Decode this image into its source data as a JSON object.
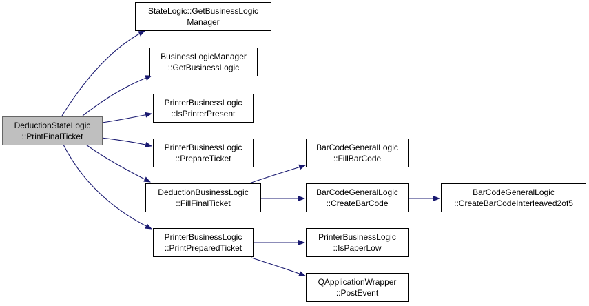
{
  "colors": {
    "edge": "#191970",
    "root_fill": "#bfbfbf",
    "node_border": "#000000"
  },
  "nodes": {
    "root": {
      "line1": "DeductionStateLogic",
      "line2": "::PrintFinalTicket"
    },
    "get_blm": {
      "line1": "StateLogic::GetBusinessLogic",
      "line2": "Manager"
    },
    "get_bl": {
      "line1": "BusinessLogicManager",
      "line2": "::GetBusinessLogic"
    },
    "printer_present": {
      "line1": "PrinterBusinessLogic",
      "line2": "::IsPrinterPresent"
    },
    "prepare_ticket": {
      "line1": "PrinterBusinessLogic",
      "line2": "::PrepareTicket"
    },
    "fill_final": {
      "line1": "DeductionBusinessLogic",
      "line2": "::FillFinalTicket"
    },
    "print_prepared": {
      "line1": "PrinterBusinessLogic",
      "line2": "::PrintPreparedTicket"
    },
    "fill_barcode": {
      "line1": "BarCodeGeneralLogic",
      "line2": "::FillBarCode"
    },
    "create_barcode": {
      "line1": "BarCodeGeneralLogic",
      "line2": "::CreateBarCode"
    },
    "create_interleaved": {
      "line1": "BarCodeGeneralLogic",
      "line2": "::CreateBarCodeInterleaved2of5"
    },
    "paper_low": {
      "line1": "PrinterBusinessLogic",
      "line2": "::IsPaperLow"
    },
    "post_event": {
      "line1": "QApplicationWrapper",
      "line2": "::PostEvent"
    }
  }
}
